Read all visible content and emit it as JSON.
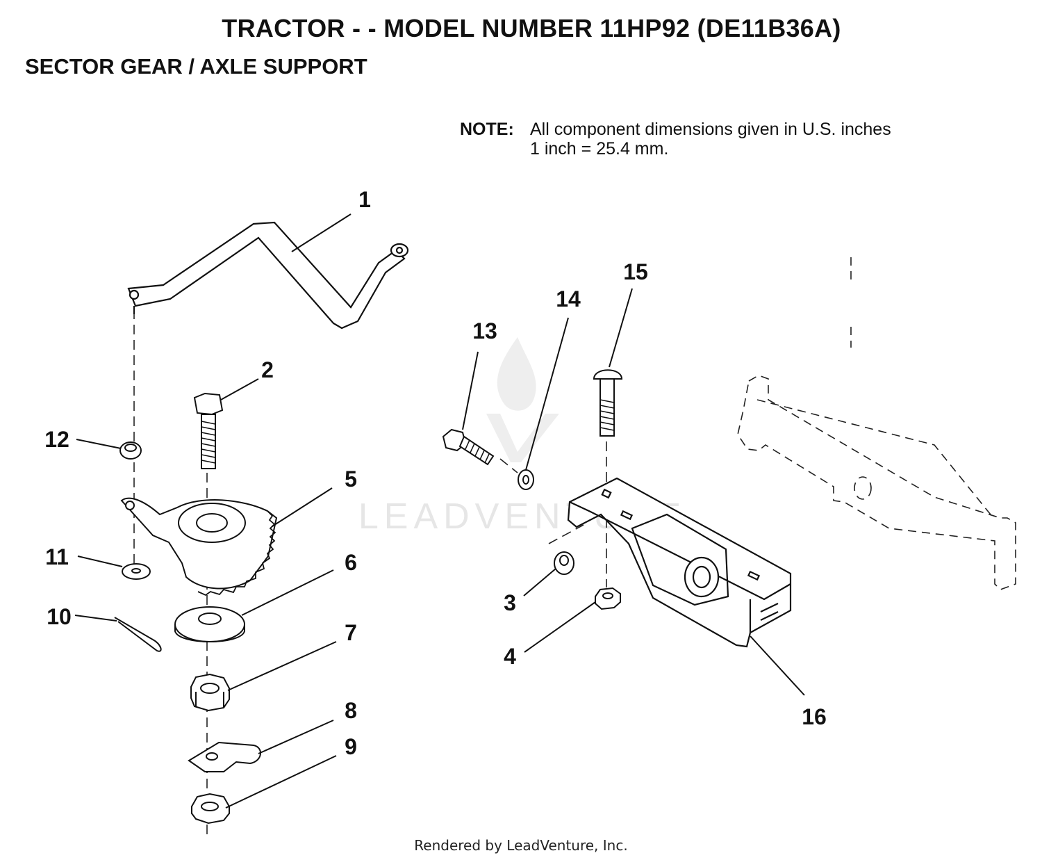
{
  "title": "TRACTOR - - MODEL NUMBER 11HP92 (DE11B36A)",
  "subtitle": "SECTOR GEAR / AXLE SUPPORT",
  "note": {
    "label": "NOTE:",
    "line1": "All component dimensions given in U.S. inches",
    "line2": "1 inch = 25.4 mm."
  },
  "watermark": "LEADVENTURE",
  "footer": "Rendered by LeadVenture, Inc.",
  "callouts": {
    "c1": "1",
    "c2": "2",
    "c3": "3",
    "c4": "4",
    "c5": "5",
    "c6": "6",
    "c7": "7",
    "c8": "8",
    "c9": "9",
    "c10": "10",
    "c11": "11",
    "c12": "12",
    "c13": "13",
    "c14": "14",
    "c15": "15",
    "c16": "16"
  },
  "parts": [
    {
      "callout": "1",
      "part": "drag-link"
    },
    {
      "callout": "2",
      "part": "hex-bolt"
    },
    {
      "callout": "3",
      "part": "nut"
    },
    {
      "callout": "4",
      "part": "lock-nut"
    },
    {
      "callout": "5",
      "part": "sector-gear"
    },
    {
      "callout": "6",
      "part": "washer"
    },
    {
      "callout": "7",
      "part": "nut"
    },
    {
      "callout": "8",
      "part": "clip"
    },
    {
      "callout": "9",
      "part": "nut"
    },
    {
      "callout": "10",
      "part": "cotter-pin"
    },
    {
      "callout": "11",
      "part": "washer"
    },
    {
      "callout": "12",
      "part": "lock-nut"
    },
    {
      "callout": "13",
      "part": "hex-bolt"
    },
    {
      "callout": "14",
      "part": "washer"
    },
    {
      "callout": "15",
      "part": "carriage-bolt"
    },
    {
      "callout": "16",
      "part": "axle-support"
    }
  ]
}
